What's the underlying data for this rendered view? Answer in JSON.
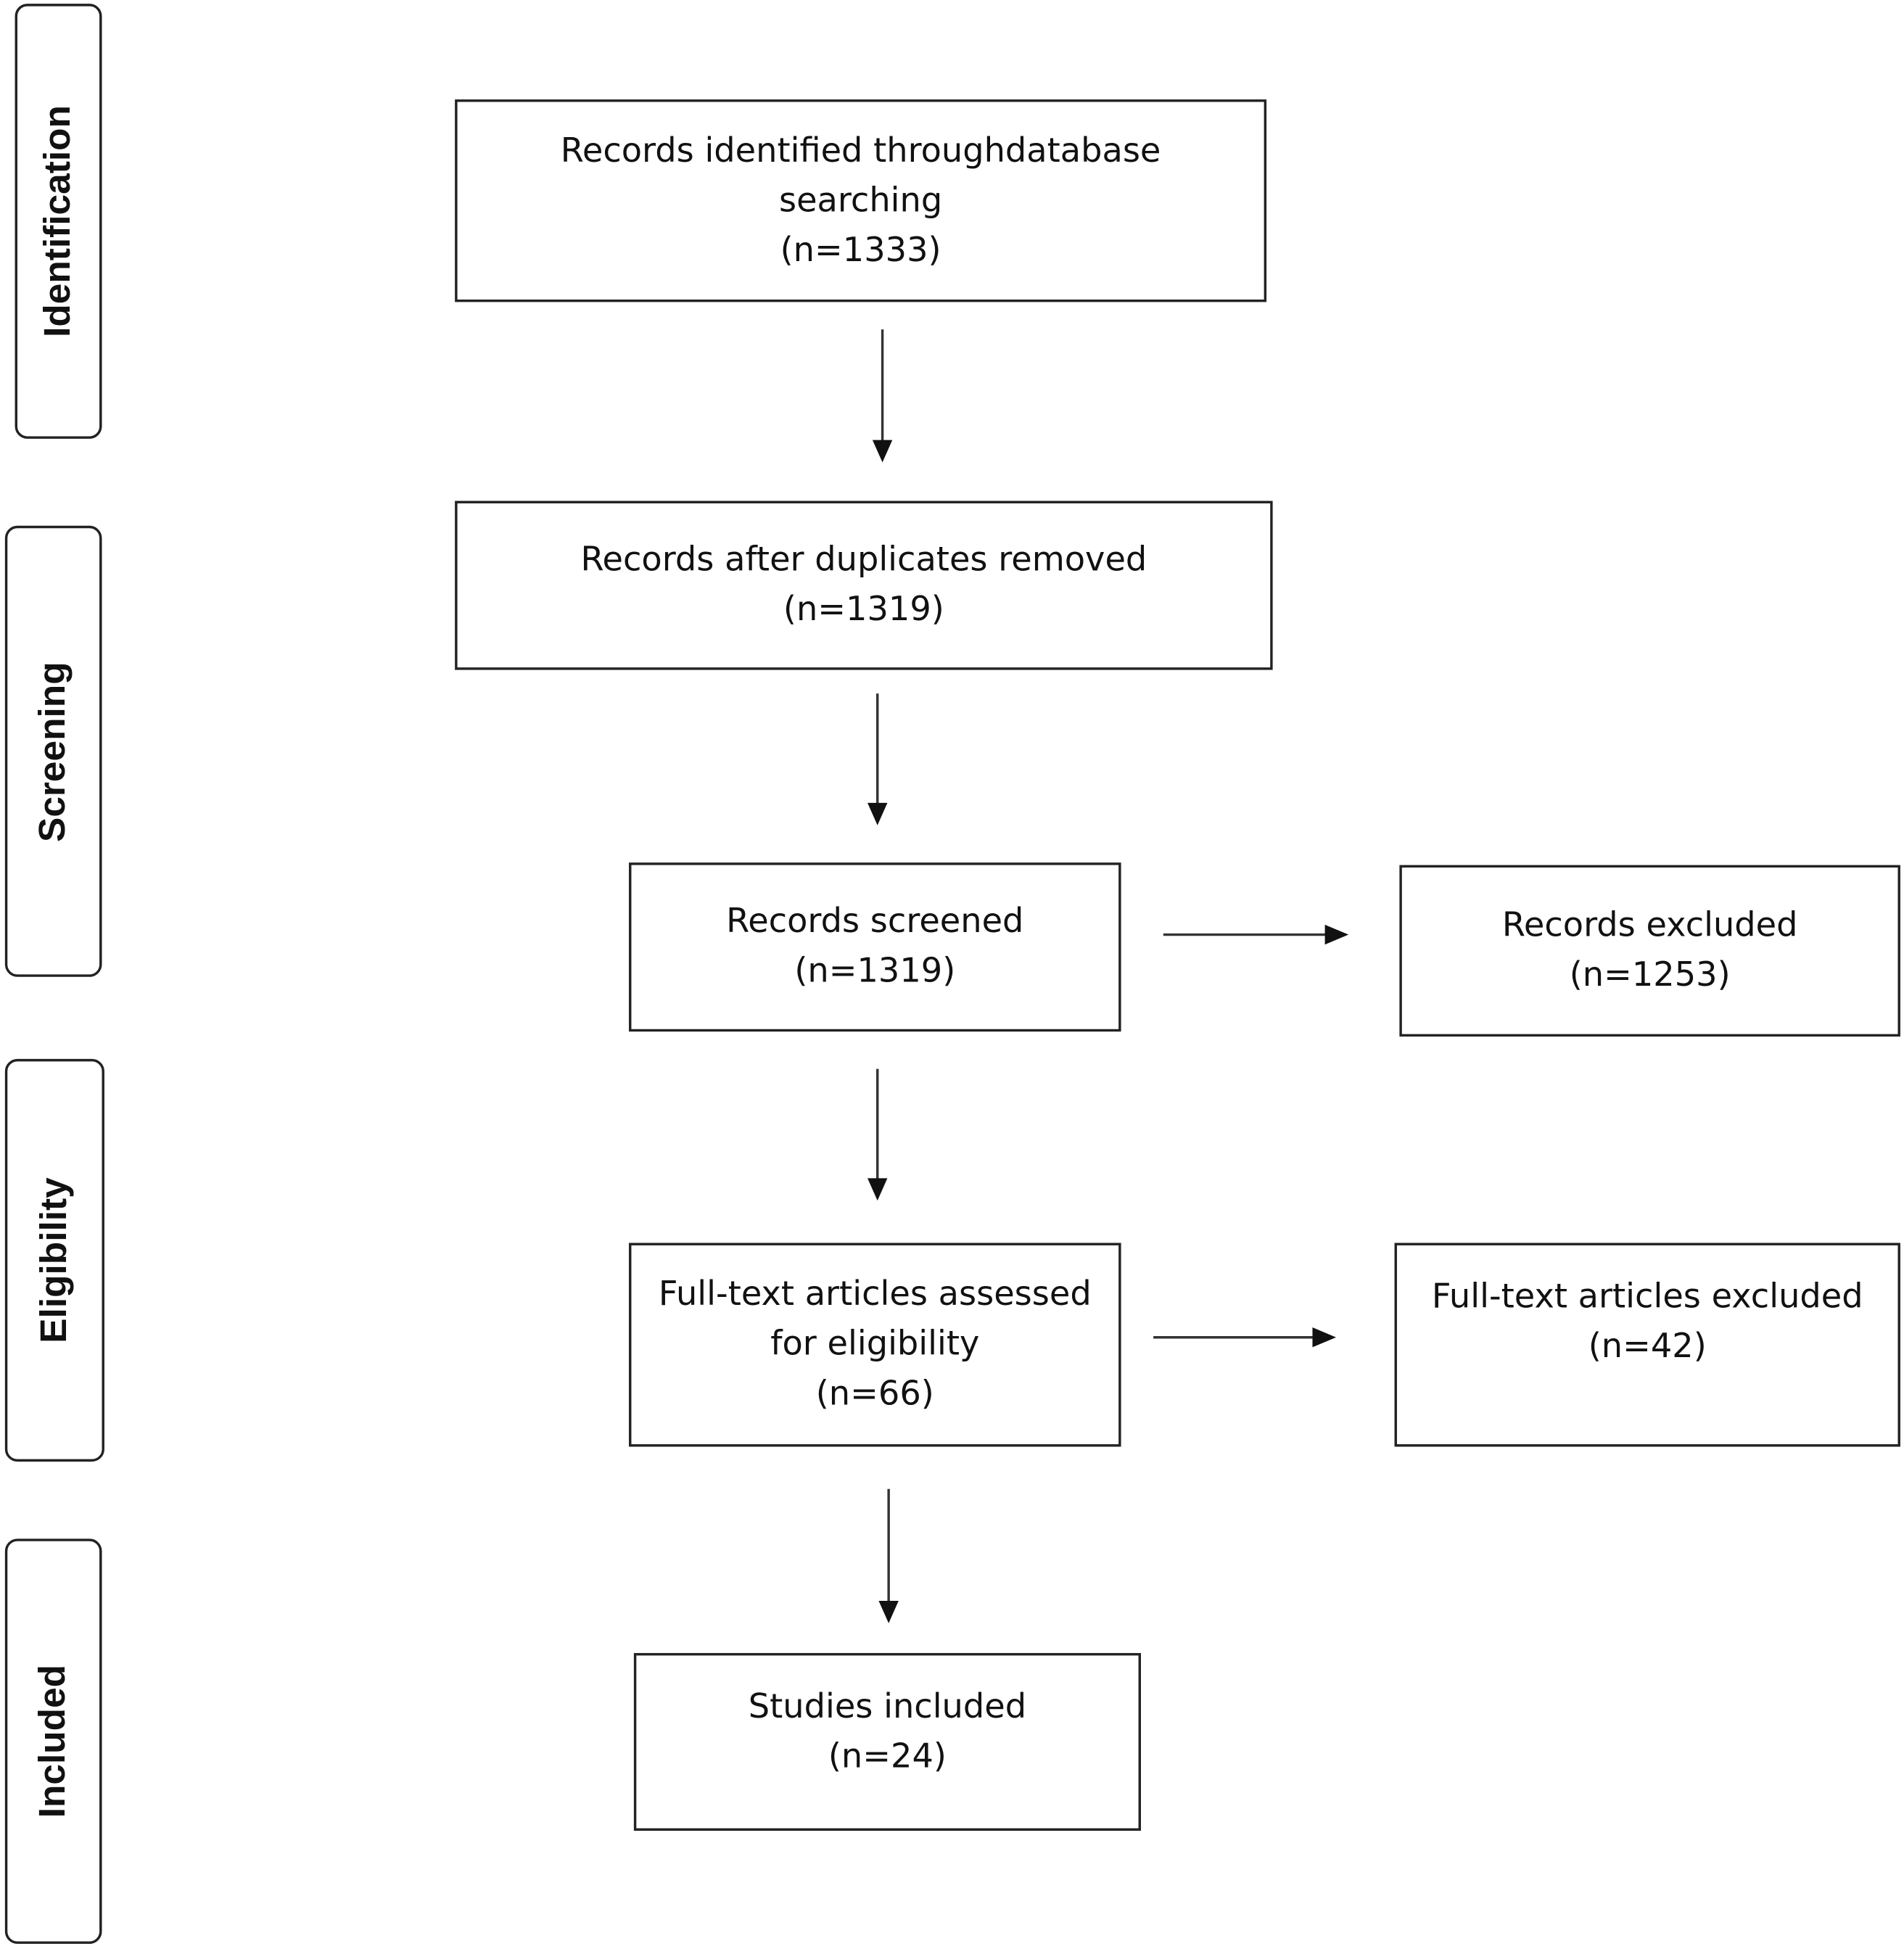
{
  "phases": {
    "identification": "Identification",
    "screening": "Screening",
    "eligibility": "Eligibility",
    "included": "Included"
  },
  "boxes": {
    "identified": {
      "line1": "Records identified throughdatabase",
      "line2": "searching",
      "count": "(n=1333)"
    },
    "after_duplicates": {
      "line1": "Records after duplicates removed",
      "count": "(n=1319)"
    },
    "screened": {
      "line1": "Records screened",
      "count": "(n=1319)"
    },
    "excluded": {
      "line1": "Records excluded",
      "count": "(n=1253)"
    },
    "fulltext_assessed": {
      "line1": "Full-text articles assessed",
      "line2": "for eligibility",
      "count": "(n=66)"
    },
    "fulltext_excluded": {
      "line1": "Full-text articles excluded",
      "count": "(n=42)"
    },
    "included": {
      "line1": "Studies included",
      "count": "(n=24)"
    }
  }
}
